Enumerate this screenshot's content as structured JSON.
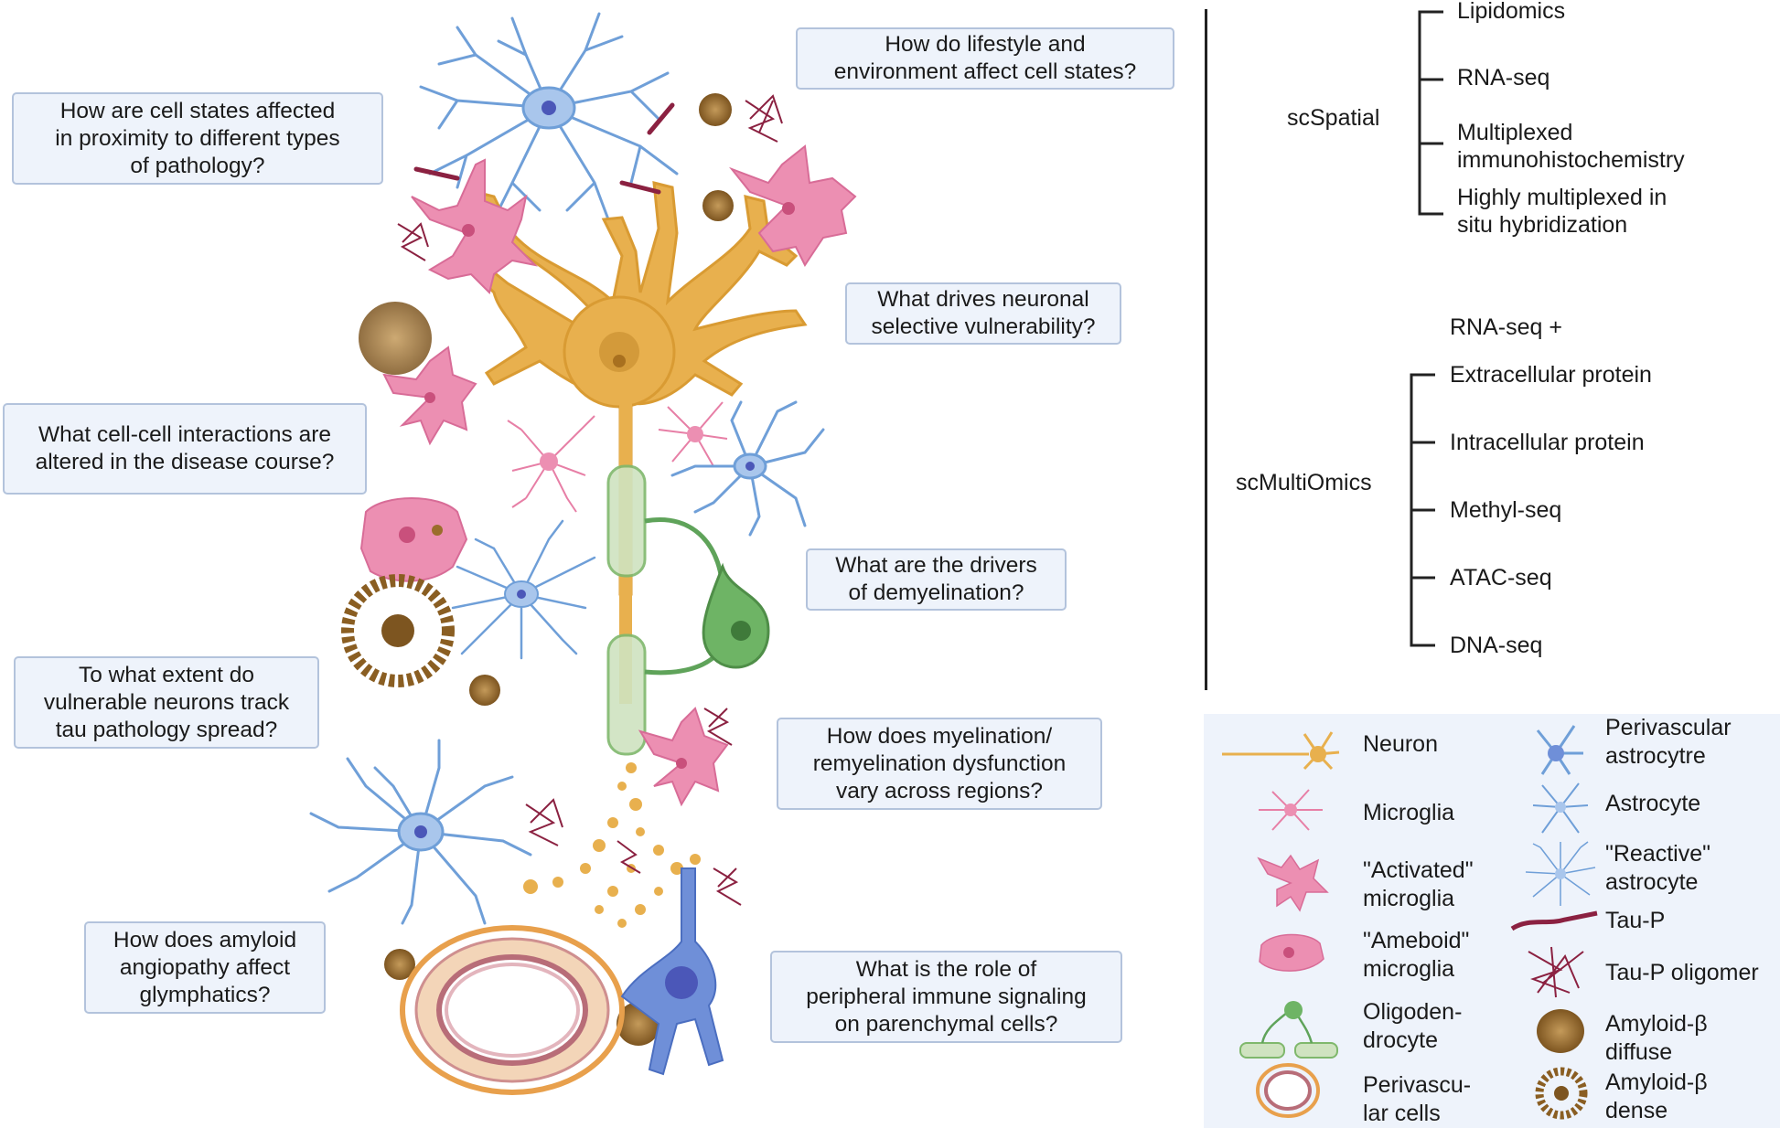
{
  "questions": {
    "q_lifestyle": "How do lifestyle and\nenvironment affect cell states?",
    "q_proximity": "How are cell states affected\nin proximity to different types\nof pathology?",
    "q_vulnerability": "What drives neuronal\nselective vulnerability?",
    "q_interactions": "What cell-cell interactions are\naltered in the disease course?",
    "q_demyelination": "What are the drivers\nof demyelination?",
    "q_tau_spread": "To what extent do\nvulnerable neurons track\ntau pathology spread?",
    "q_myelination": "How does myelination/\nremyelination dysfunction\nvary across regions?",
    "q_amyloid": "How does amyloid\nangiopathy affect\nglymphatics?",
    "q_immune": "What is the role of\nperipheral immune signaling\non parenchymal cells?"
  },
  "methods": {
    "scspatial_label": "scSpatial",
    "scspatial_items": [
      "Lipidomics",
      "RNA-seq",
      "Multiplexed\nimmunohistochemistry",
      "Highly multiplexed in\nsitu hybridization"
    ],
    "scmultiomics_label": "scMultiOmics",
    "scmultiomics_header": "RNA-seq +",
    "scmultiomics_items": [
      "Extracellular protein",
      "Intracellular protein",
      "Methyl-seq",
      "ATAC-seq",
      "DNA-seq"
    ]
  },
  "legend": [
    {
      "label": "Neuron",
      "icon": "neuron-icon"
    },
    {
      "label": "Perivascular\nastrocytre",
      "icon": "perivascular-astrocyte-icon"
    },
    {
      "label": "Microglia",
      "icon": "microglia-icon"
    },
    {
      "label": "Astrocyte",
      "icon": "astrocyte-icon"
    },
    {
      "label": "\"Activated\"\nmicroglia",
      "icon": "activated-microglia-icon"
    },
    {
      "label": "\"Reactive\"\nastrocyte",
      "icon": "reactive-astrocyte-icon"
    },
    {
      "label": "Tau-P",
      "icon": "tau-p-icon"
    },
    {
      "label": "\"Ameboid\"\nmicroglia",
      "icon": "ameboid-microglia-icon"
    },
    {
      "label": "Tau-P oligomer",
      "icon": "tau-p-oligomer-icon"
    },
    {
      "label": "Oligoden-\ndrocyte",
      "icon": "oligodendrocyte-icon"
    },
    {
      "label": "Amyloid-β\ndiffuse",
      "icon": "amyloid-diffuse-icon"
    },
    {
      "label": "Perivascu-\nlar cells",
      "icon": "perivascular-cells-icon"
    },
    {
      "label": "Amyloid-β\ndense",
      "icon": "amyloid-dense-icon"
    }
  ],
  "colors": {
    "neuron": "#e8b04e",
    "astrocyte": "#6f9fd8",
    "microglia": "#e77fa6",
    "oligodendrocyte": "#5fa35a",
    "myelin": "#cfe3c0",
    "tau": "#8b2141",
    "amyloid": "#9b6d2c",
    "vessel": "#e8a04c",
    "question_fill": "#eef3fb",
    "question_border": "#b3c3dc"
  }
}
